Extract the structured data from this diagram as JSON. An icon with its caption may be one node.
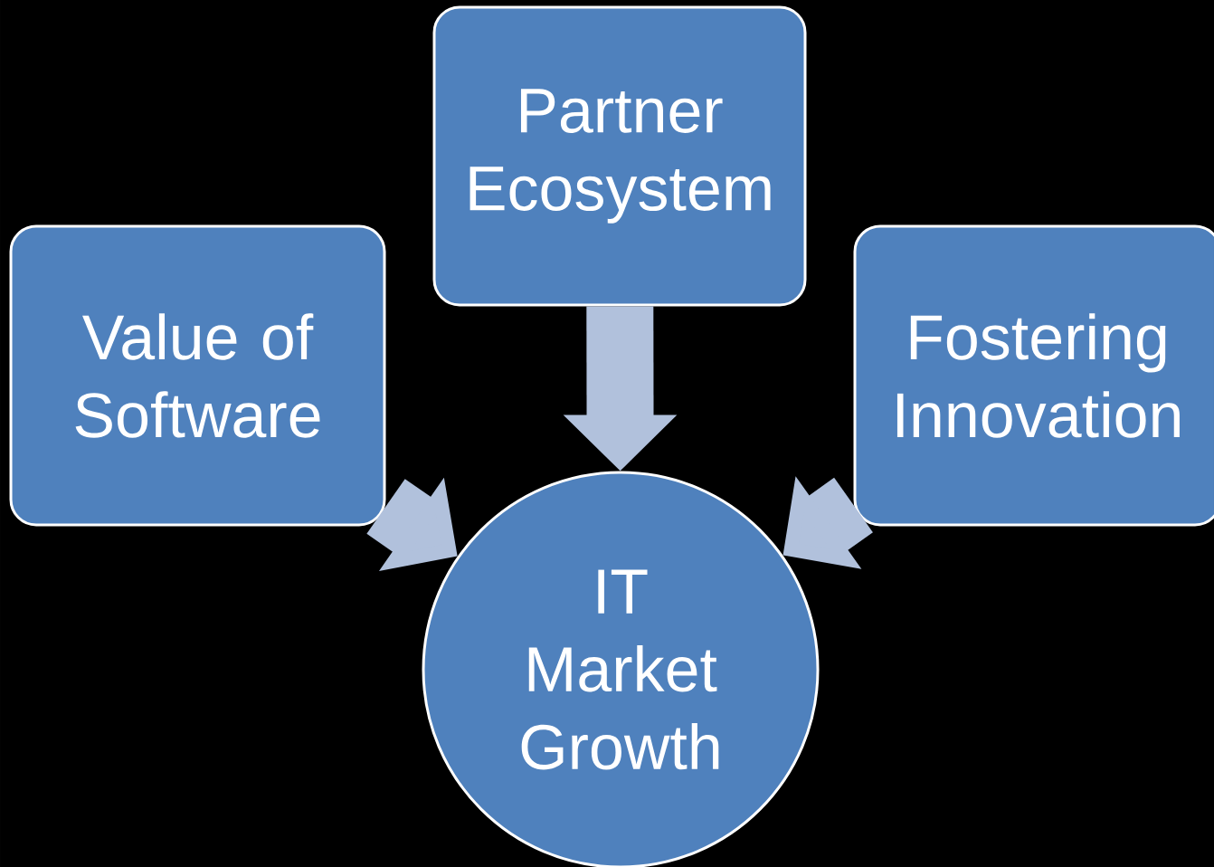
{
  "diagram": {
    "nodes": [
      {
        "text": [
          "Partner Ecosystem"
        ]
      },
      {
        "text": [
          "Value of Software"
        ]
      },
      {
        "text": [
          "Fostering Innovation"
        ]
      },
      {
        "text": [
          "IT Market Growth"
        ]
      }
    ],
    "edges": [
      {
        "from": 0,
        "to": 3,
        "arrow": "to"
      },
      {
        "from": 1,
        "to": 3,
        "arrow": "to"
      },
      {
        "from": 2,
        "to": 3,
        "arrow": "to"
      }
    ]
  }
}
